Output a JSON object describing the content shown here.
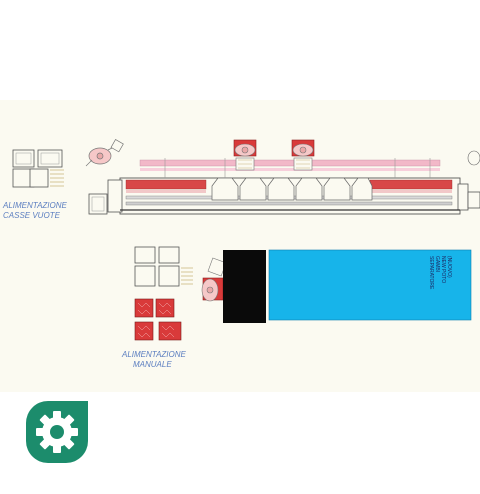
{
  "labels": {
    "empty_crates_line1": "ALIMENTAZIONE",
    "empty_crates_line2": "CASSE  VUOTE",
    "manual_feed_line1": "ALIMENTAZIONE",
    "manual_feed_line2": "MANUALE",
    "machine_line1": "SEPARATORE",
    "machine_line2": "GAMBI",
    "machine_line3": "NEW POTO",
    "machine_line4": "(NUOVO)"
  },
  "colors": {
    "background": "#fbfaf1",
    "machine_blue": "#17b4ea",
    "machine_black": "#0a0a0a",
    "conveyor_red": "#d84848",
    "conveyor_pink": "#f2b8c8",
    "crate_red": "#d93a3a",
    "line": "#6b6b6b",
    "label_blue": "#5b7ec0",
    "badge_green": "#1c8c6c"
  },
  "icons": {
    "badge": "gear-icon"
  }
}
